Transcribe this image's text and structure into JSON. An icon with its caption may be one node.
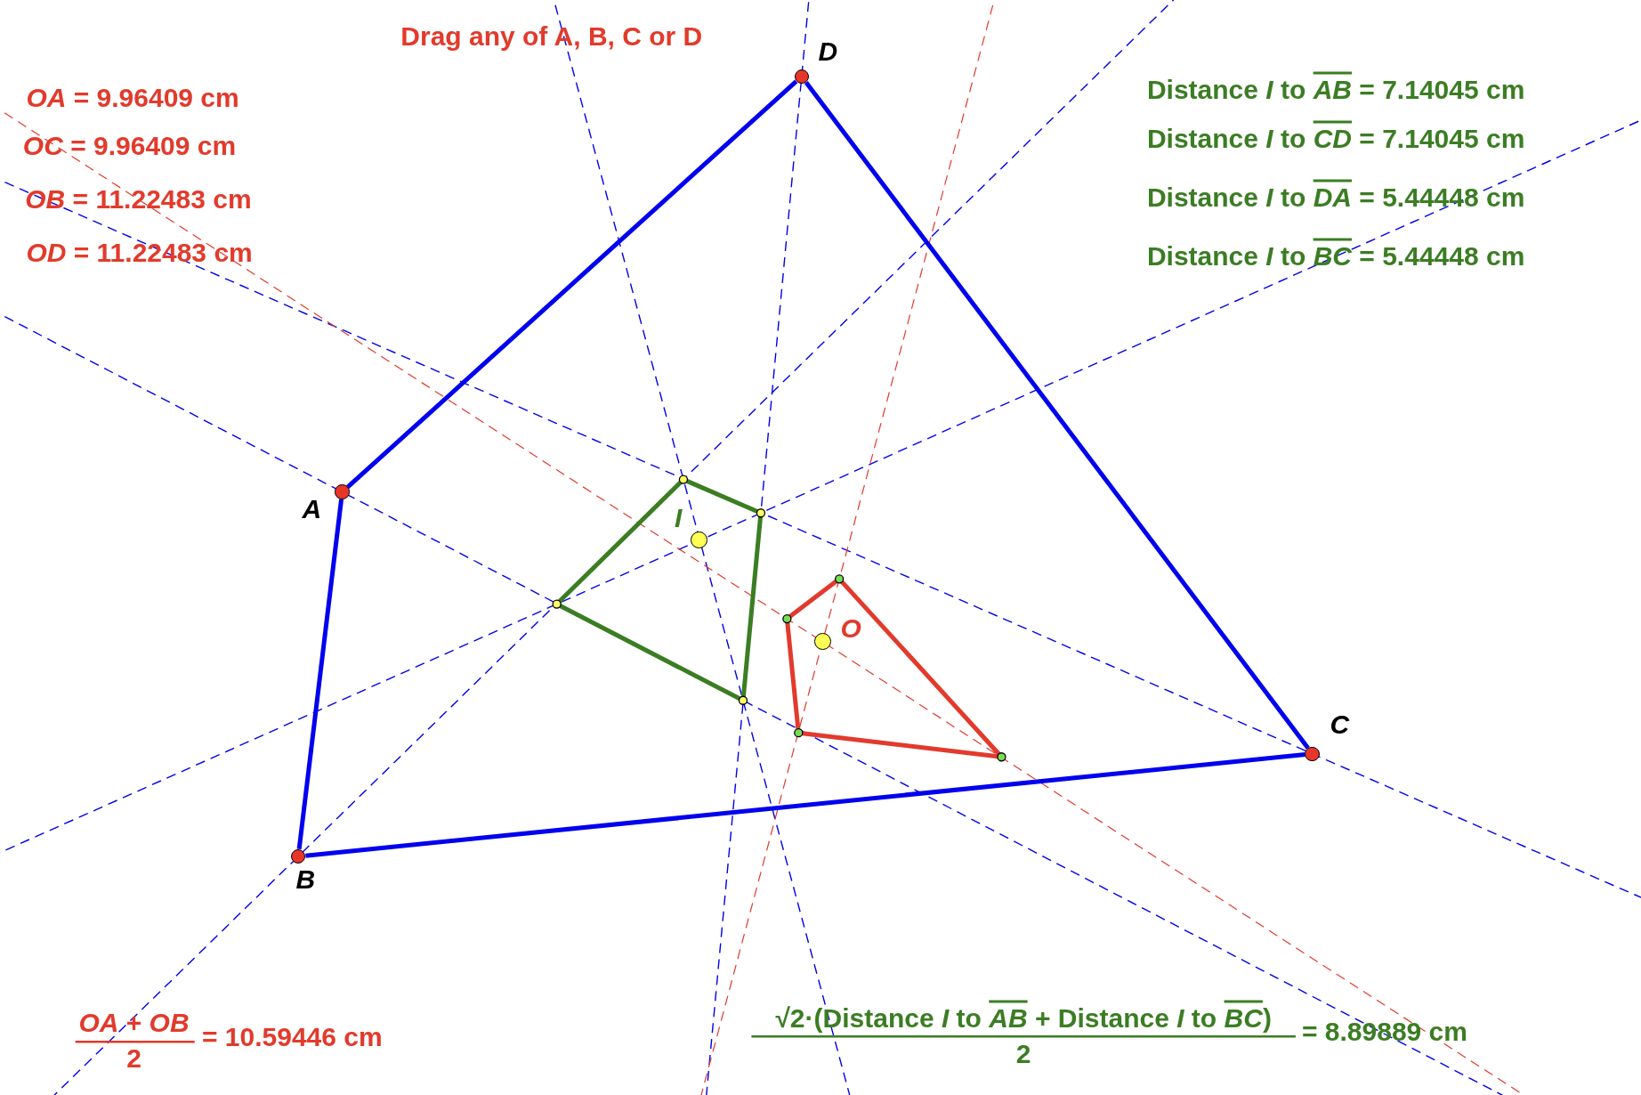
{
  "diagram": {
    "nodes": [
      {
        "text": [],
        "shape": "circle",
        "beside": [
          "A"
        ]
      },
      {
        "text": [],
        "shape": "circle",
        "beside": [
          "B"
        ]
      },
      {
        "text": [],
        "shape": "circle",
        "beside": [
          "C"
        ]
      },
      {
        "text": [],
        "shape": "circle",
        "beside": [
          "D"
        ]
      },
      {
        "text": [],
        "shape": "circle",
        "beside": [
          "I"
        ]
      },
      {
        "text": [],
        "shape": "circle",
        "beside": [
          "O"
        ]
      }
    ],
    "edges": [
      {
        "from": 0,
        "to": 3,
        "arrow": "none"
      },
      {
        "from": 3,
        "to": 2,
        "arrow": "none"
      },
      {
        "from": 2,
        "to": 1,
        "arrow": "none"
      },
      {
        "from": 1,
        "to": 0,
        "arrow": "none"
      }
    ],
    "labels": [
      "Drag any of A, B, C or D",
      "*OA* = 9.96409 cm",
      "Distance *I* to *AB* = 7.14045 cm",
      "*OC* = 9.96409 cm",
      "Distance *I* to *CD* = 7.14045 cm",
      "Distance *I* to *DA* = 5.44448 cm",
      "*OB* = 11.22483 cm",
      "*OD* = 11.22483 cm",
      "Distance *I* to *BC* = 5.44448 cm",
      "√2·(Distance *I* to *AB* + Distance *I* to *BC*)",
      "*OA* + *OB*",
      "= 8.89889 cm",
      "= 10.59446 cm",
      "2",
      "2"
    ]
  }
}
